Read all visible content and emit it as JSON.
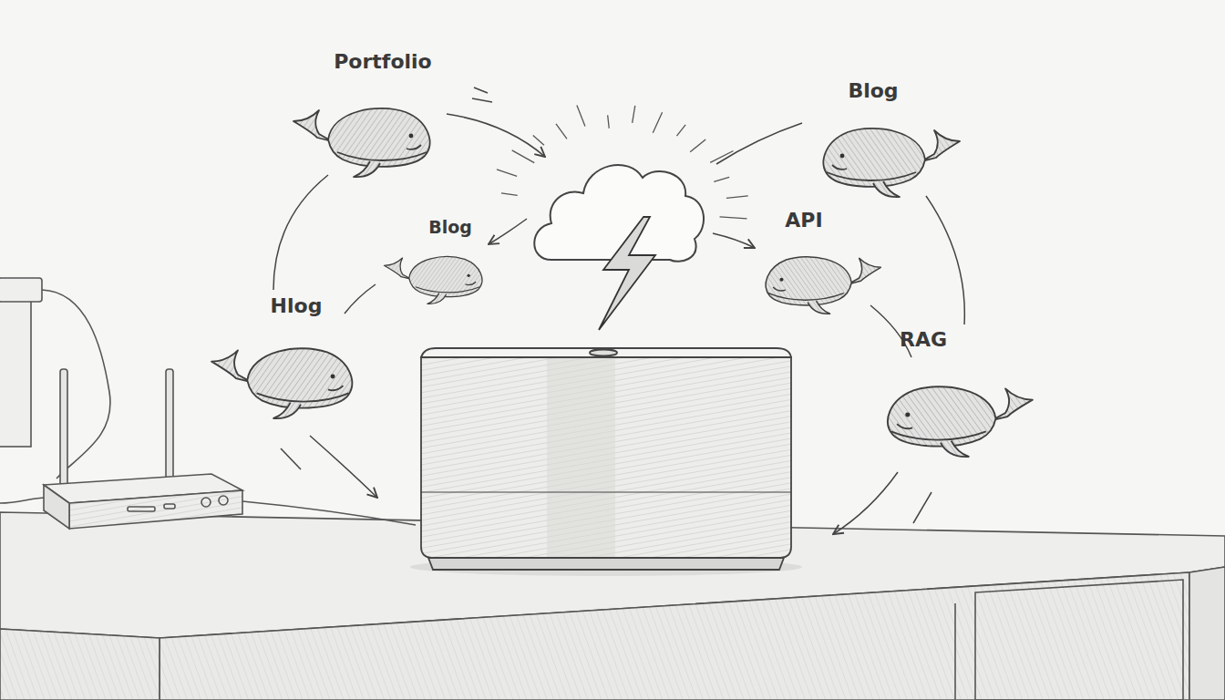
{
  "diagram": {
    "nodes": [
      {
        "text": [
          "Portfolio"
        ]
      },
      {
        "text": [
          "Blog"
        ]
      },
      {
        "text": [
          "Blog"
        ]
      },
      {
        "text": [
          "API"
        ]
      },
      {
        "text": [
          "Hlog"
        ]
      },
      {
        "text": [
          "RAG"
        ]
      }
    ]
  }
}
